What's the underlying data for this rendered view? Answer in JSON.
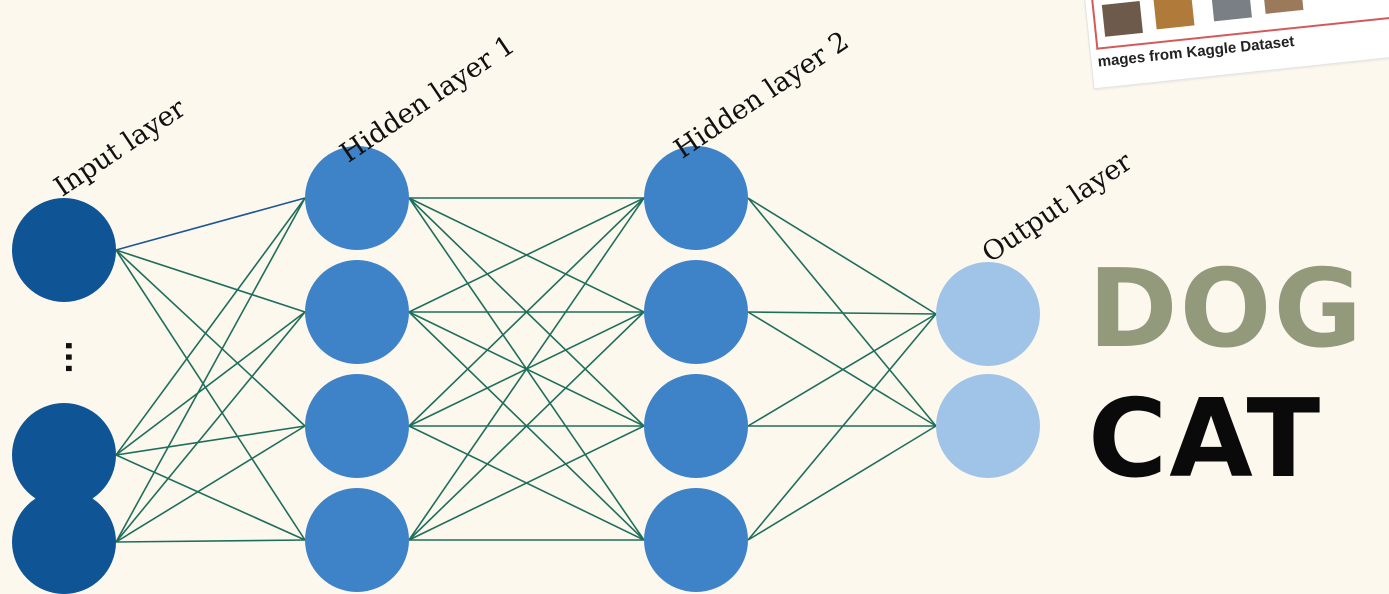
{
  "layers": {
    "input": "Input layer",
    "hidden1": "Hidden layer 1",
    "hidden2": "Hidden layer 2",
    "output": "Output layer"
  },
  "ellipsis": "...",
  "classes": [
    {
      "label": "DOG",
      "color": "#939a7c"
    },
    {
      "label": "CAT",
      "color": "#0a0a0a"
    }
  ],
  "caption": "mages from Kaggle Dataset",
  "colors": {
    "background": "#fdf8ee",
    "input_node": "#0f5595",
    "hidden_node": "#3e82c7",
    "output_node": "#a0c4e8",
    "edge": "#1f6e5c"
  }
}
